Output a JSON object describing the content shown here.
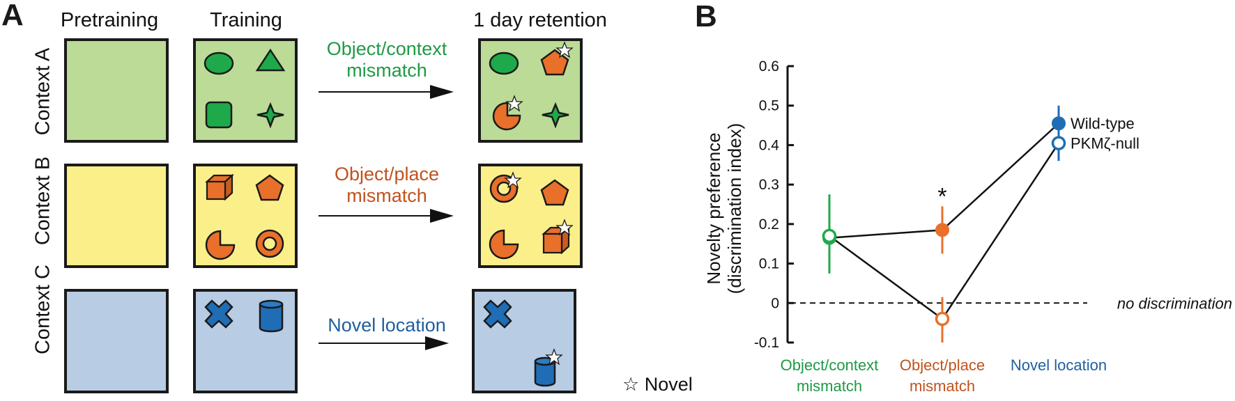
{
  "panel_a": {
    "letter": "A",
    "columns": [
      "Pretraining",
      "Training",
      "1 day retention"
    ],
    "rows": [
      {
        "label": "Context A",
        "context_color": "#bcdb96",
        "condition_label_line1": "Object/context",
        "condition_label_line2": "mismatch",
        "condition_color": "#1f9a45",
        "training_objects": [
          "green-ellipse",
          "green-triangle",
          "green-rounded-square",
          "green-four-point-star"
        ],
        "retention_objects": [
          "green-ellipse",
          "orange-pentagon (novel)",
          "orange-pacman (novel)",
          "green-four-point-star"
        ]
      },
      {
        "label": "Context B",
        "context_color": "#fbef8a",
        "condition_label_line1": "Object/place",
        "condition_label_line2": "mismatch",
        "condition_color": "#c0531e",
        "training_objects": [
          "orange-cube",
          "orange-pentagon",
          "orange-pacman",
          "orange-ring"
        ],
        "retention_objects": [
          "orange-ring (novel)",
          "orange-pentagon",
          "orange-pacman",
          "orange-cube (novel)"
        ]
      },
      {
        "label": "Context C",
        "context_color": "#b8cce4",
        "condition_label_line1": "Novel location",
        "condition_label_line2": "",
        "condition_color": "#1f5fa0",
        "training_objects": [
          "blue-cross",
          "blue-cylinder"
        ],
        "retention_objects": [
          "blue-cross",
          "blue-cylinder (novel)"
        ]
      }
    ],
    "legend": {
      "symbol": "☆",
      "label": "Novel"
    },
    "object_colors": {
      "green": "#1eaa4a",
      "orange": "#e8702a",
      "blue": "#1f6db5",
      "outline": "#1a1a1a"
    }
  },
  "panel_b": {
    "letter": "B"
  },
  "chart_data": {
    "type": "line",
    "title": "",
    "xlabel": "",
    "ylabel_line1": "Novelty preference",
    "ylabel_line2": "(discrimination index)",
    "ylim": [
      -0.1,
      0.6
    ],
    "yticks": [
      -0.1,
      0,
      0.1,
      0.2,
      0.3,
      0.4,
      0.5,
      0.6
    ],
    "ytick_labels": [
      "-0.1",
      "0",
      "0.1",
      "0.2",
      "0.3",
      "0.4",
      "0.5",
      "0.6"
    ],
    "categories": [
      {
        "line1": "Object/context",
        "line2": "mismatch",
        "color": "#1f9a45"
      },
      {
        "line1": "Object/place",
        "line2": "mismatch",
        "color": "#c0531e"
      },
      {
        "line1": "Novel location",
        "line2": "",
        "color": "#1f5fa0"
      }
    ],
    "point_colors": [
      "#1eaa4a",
      "#e8702a",
      "#1f6db5"
    ],
    "series": [
      {
        "name": "Wild-type",
        "marker": "filled",
        "values": [
          0.165,
          0.185,
          0.455
        ],
        "error_low": [
          0.075,
          0.125,
          0.41
        ],
        "error_high": [
          0.275,
          0.245,
          0.5
        ]
      },
      {
        "name": "PKMζ-null",
        "marker": "open",
        "values": [
          0.17,
          -0.04,
          0.405
        ],
        "error_low": [
          0.075,
          -0.1,
          0.36
        ],
        "error_high": [
          0.275,
          0.015,
          0.45
        ]
      }
    ],
    "reference_line": {
      "y": 0,
      "style": "dashed",
      "label": "no discrimination"
    },
    "annotations": [
      {
        "text": "*",
        "category_index": 1,
        "y": 0.275
      }
    ],
    "legend": {
      "placement": "top-right",
      "entries": [
        "Wild-type",
        "PKMζ-null"
      ]
    },
    "grid": false
  }
}
